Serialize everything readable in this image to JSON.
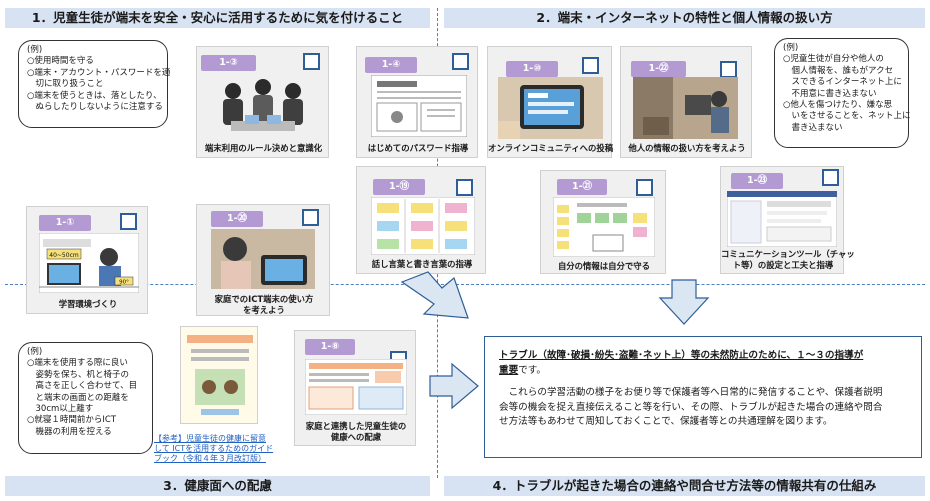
{
  "headers": {
    "s1": "1．児童生徒が端末を安全・安心に活用するために気を付けること",
    "s2": "2．端末・インターネットの特性と個人情報の扱い方",
    "s3": "3．健康面への配慮",
    "s4": "4．トラブルが起きた場合の連絡や問合せ方法等の情報共有の仕組み"
  },
  "notes": {
    "n1": [
      "(例)",
      "○使用時間を守る",
      "○端末・アカウント・パスワードを適",
      "　切に取り扱うこと",
      "○端末を使うときは、落としたり、",
      "　ぬらしたりしないように注意する"
    ],
    "n2": [
      "(例)",
      "○児童生徒が自分や他人の",
      "　個人情報を、誰もがアクセ",
      "　スできるインターネット上に",
      "　不用意に書き込まない",
      "○他人を傷つけたり、嫌な思",
      "　いをさせることを、ネット上に",
      "　書き込まない"
    ],
    "n3": [
      "(例)",
      "○端末を使用する際に良い",
      "　姿勢を保ち、机と椅子の",
      "　高さを正しく合わせて、目",
      "　と端末の画面との距離を",
      "　30cm以上離す",
      "○就寝１時間前からICT",
      "　機器の利用を控える"
    ]
  },
  "cards": [
    {
      "id": "1-③",
      "caption": "端末利用のルール決めと意識化"
    },
    {
      "id": "1-④",
      "caption": "はじめてのパスワード指導"
    },
    {
      "id": "1-⑩",
      "caption": "オンラインコミュニティへの投稿"
    },
    {
      "id": "1-㉒",
      "caption": "他人の情報の扱い方を考えよう"
    },
    {
      "id": "1-⑲",
      "caption": "話し言葉と書き言葉の指導"
    },
    {
      "id": "1-㉑",
      "caption": "自分の情報は自分で守る"
    },
    {
      "id": "1-㉓",
      "caption": "コミュニケーションツール（チャッ\nト等）の設定と工夫と指導"
    },
    {
      "id": "1-①",
      "caption": "学習環境づくり"
    },
    {
      "id": "1-⑳",
      "caption": "家庭でのICT端末の使い方\nを考えよう"
    },
    {
      "id": "1-⑧",
      "caption": "家庭と連携した児童生徒の\n健康への配慮"
    }
  ],
  "reference": {
    "lines": [
      "【参考】児童生徒の健康に留意",
      "して ICTを活用するためのガイド",
      "ブック（令和４年３月改訂版）"
    ]
  },
  "labels": {
    "distance": "40~50cm",
    "angle": "90°"
  },
  "main_box": {
    "line1": "トラブル（故障･破損･紛失･盗難･ネット上）等の未然防止のために、１～３の指導が",
    "line2_b": "重要",
    "line2_r": "です。",
    "para": [
      "　これらの学習活動の様子をお便り等で保護者等へ日常的に発信することや、保護者説明",
      "会等の機会を捉え直接伝えること等を行い、その際、トラブルが起きた場合の連絡や問合",
      "せ方法等もあわせて周知しておくことで、保護者等との共通理解を図ります。"
    ]
  },
  "colors": {
    "header_bg": "#d7e3f2",
    "tag": "#b39ad3",
    "accent": "#2f5e97",
    "arrow": "#dbe6f3"
  }
}
